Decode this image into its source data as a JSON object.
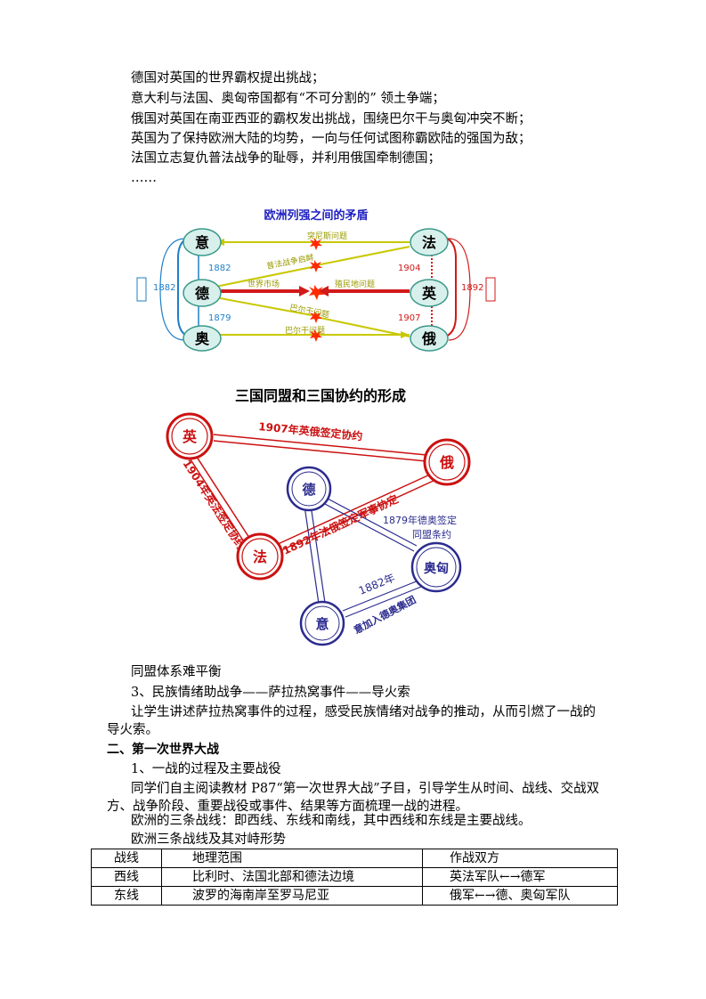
{
  "intro_lines": [
    "德国对英国的世界霸权提出挑战；",
    "意大利与法国、奥匈帝国都有“不可分割的” 领土争端；",
    "俄国对英国在南亚西亚的霸权发出挑战，围绕巴尔干与奥匈冲突不断；",
    "英国为了保持欧洲大陆的均势，一向与任何试图称霸欧陆的强国为敌；",
    "法国立志复仇普法战争的耻辱，并利用俄国牵制德国；",
    "……"
  ],
  "diagram1": {
    "title": "欧洲列强之间的矛盾",
    "nodes": {
      "yi": "意",
      "de": "德",
      "ao": "奥",
      "fa": "法",
      "ying": "英",
      "e": "俄"
    },
    "years": {
      "y1882": "1882",
      "y1879": "1879",
      "y1904": "1904",
      "y1907": "1907",
      "left1882": "1882",
      "right1892": "1892"
    },
    "labels": {
      "tunisia": "突尼斯问题",
      "revenge": "普法战争启衅",
      "world_market": "世界市场",
      "colony": "殖民地问题",
      "balkan1": "巴尔干问题",
      "balkan2": "巴尔干问题"
    },
    "colors": {
      "blue": "#1f7fc7",
      "red": "#d11a1a",
      "yellow": "#c8c800",
      "node_fill": "#d8f0ec",
      "node_stroke": "#3a9a8a"
    }
  },
  "diagram2": {
    "title": "三国同盟和三国协约的形成",
    "nodes": {
      "ying": "英",
      "e": "俄",
      "fa": "法",
      "de": "德",
      "aoxiong": "奥匈",
      "yi": "意"
    },
    "labels": {
      "ying_e": "1907年英俄签定协约",
      "ying_fa": "1904年英法签定协约",
      "fa_e": "1892年法俄签定军事协定",
      "de_ao": "1879年德奥签定同盟条约",
      "yi_join": "意加入德奥集团",
      "yi_year": "1882年"
    },
    "colors": {
      "red": "#cc1111",
      "navy": "#2b2b8f"
    }
  },
  "after_lines": {
    "balance": "同盟体系难平衡",
    "point3": "3、民族情绪助战争——萨拉热窝事件——导火索",
    "para1": "让学生讲述萨拉热窝事件的过程，感受民族情绪对战争的推动，从而引燃了一战的导火索。",
    "section2": "二、第一次世界大战",
    "point1": "1、一战的过程及主要战役",
    "para2": "同学们自主阅读教材 P87“第一次世界大战”子目，引导学生从时间、战线、交战双方、战争阶段、重要战役或事件、结果等方面梳理一战的进程。",
    "fronts": "欧洲的三条战线：即西线、东线和南线，其中西线和东线是主要战线。",
    "table_title": "欧洲三条战线及其对峙形势"
  },
  "table": {
    "headers": [
      "战线",
      "地理范围",
      "作战双方"
    ],
    "rows": [
      [
        "西线",
        "比利时、法国北部和德法边境",
        "英法军队←→德军"
      ],
      [
        "东线",
        "波罗的海南岸至罗马尼亚",
        "俄军←→德、奥匈军队"
      ]
    ]
  }
}
